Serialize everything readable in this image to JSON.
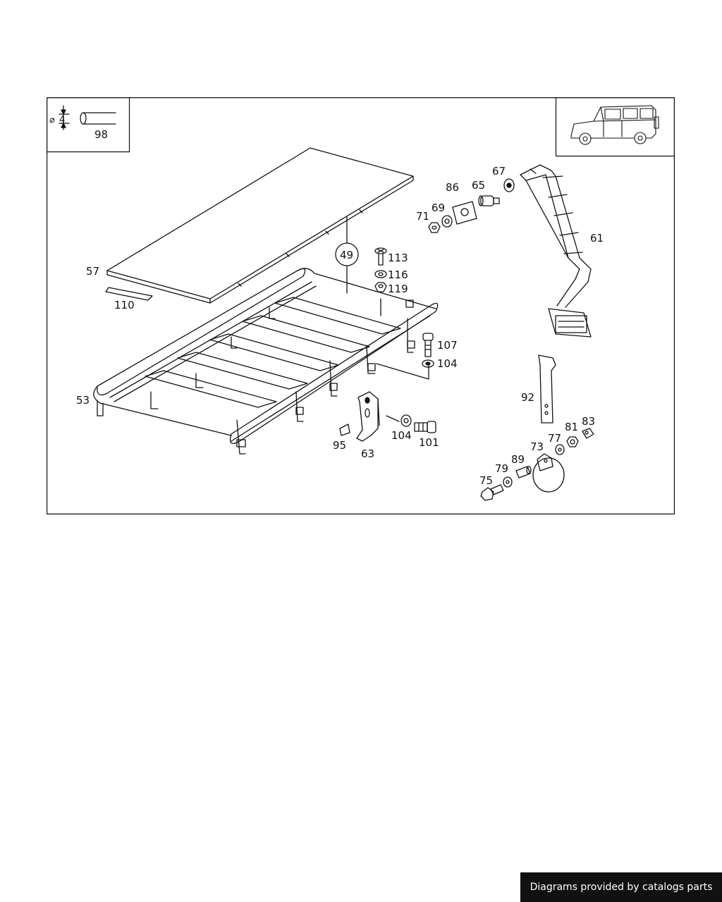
{
  "diagram": {
    "dimension_inset": {
      "symbol": "⌀",
      "value": "4",
      "part": "98"
    },
    "callout_circle": "49",
    "parts": [
      {
        "id": "p57",
        "label": "57"
      },
      {
        "id": "p110",
        "label": "110"
      },
      {
        "id": "p53",
        "label": "53"
      },
      {
        "id": "p113",
        "label": "113"
      },
      {
        "id": "p116",
        "label": "116"
      },
      {
        "id": "p119",
        "label": "119"
      },
      {
        "id": "p107",
        "label": "107"
      },
      {
        "id": "p104a",
        "label": "104"
      },
      {
        "id": "p104b",
        "label": "104"
      },
      {
        "id": "p101",
        "label": "101"
      },
      {
        "id": "p95",
        "label": "95"
      },
      {
        "id": "p63",
        "label": "63"
      },
      {
        "id": "p86",
        "label": "86"
      },
      {
        "id": "p65",
        "label": "65"
      },
      {
        "id": "p67",
        "label": "67"
      },
      {
        "id": "p69",
        "label": "69"
      },
      {
        "id": "p71",
        "label": "71"
      },
      {
        "id": "p61",
        "label": "61"
      },
      {
        "id": "p92",
        "label": "92"
      },
      {
        "id": "p83",
        "label": "83"
      },
      {
        "id": "p81",
        "label": "81"
      },
      {
        "id": "p77",
        "label": "77"
      },
      {
        "id": "p73",
        "label": "73"
      },
      {
        "id": "p89",
        "label": "89"
      },
      {
        "id": "p79",
        "label": "79"
      },
      {
        "id": "p75",
        "label": "75"
      }
    ]
  },
  "footer": {
    "text": "Diagrams provided by catalogs parts"
  }
}
